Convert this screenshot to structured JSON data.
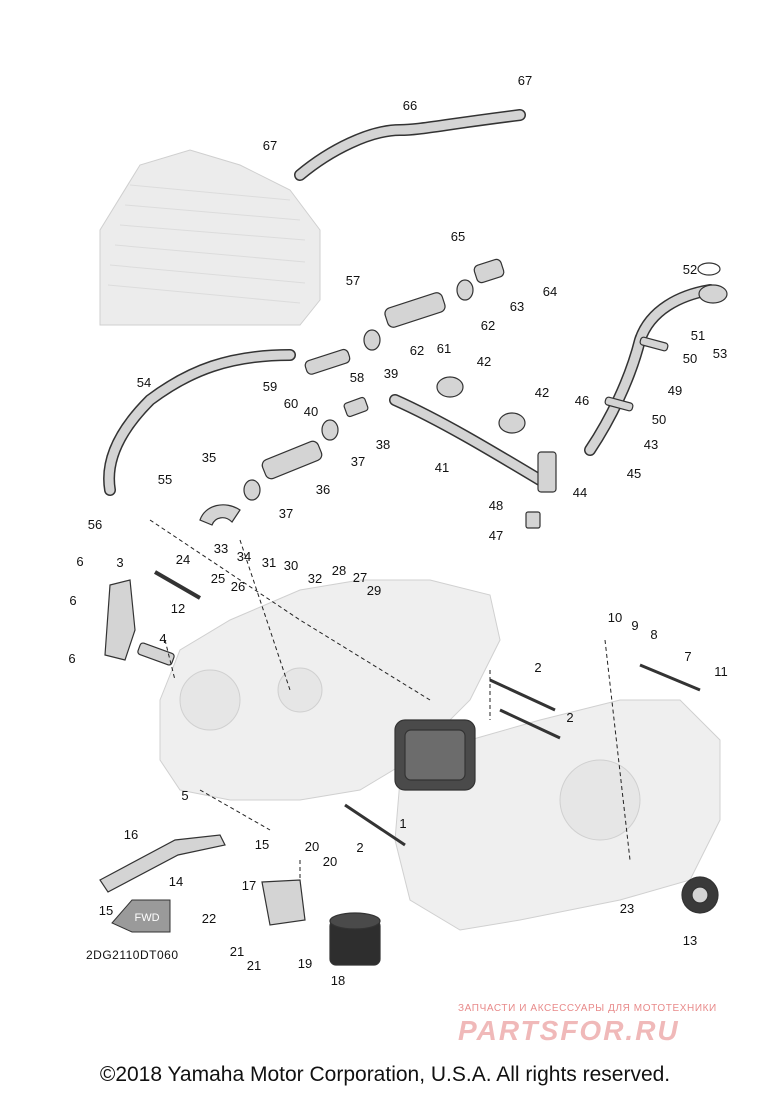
{
  "diagram": {
    "code": "2DG2110DT060",
    "fwd_label": "FWD",
    "labels": {
      "p1": "1",
      "p2a": "2",
      "p2b": "2",
      "p2c": "2",
      "p3": "3",
      "p4": "4",
      "p5": "5",
      "p6a": "6",
      "p6b": "6",
      "p6c": "6",
      "p7": "7",
      "p8": "8",
      "p9": "9",
      "p10": "10",
      "p11": "11",
      "p12": "12",
      "p13": "13",
      "p14": "14",
      "p15a": "15",
      "p15b": "15",
      "p16": "16",
      "p17": "17",
      "p18": "18",
      "p19": "19",
      "p20a": "20",
      "p20b": "20",
      "p21a": "21",
      "p21b": "21",
      "p22": "22",
      "p23": "23",
      "p24": "24",
      "p25": "25",
      "p26": "26",
      "p27": "27",
      "p28": "28",
      "p29": "29",
      "p30": "30",
      "p31": "31",
      "p32": "32",
      "p33": "33",
      "p34": "34",
      "p35": "35",
      "p36": "36",
      "p37a": "37",
      "p37b": "37",
      "p38": "38",
      "p39": "39",
      "p40": "40",
      "p41": "41",
      "p42a": "42",
      "p42b": "42",
      "p43": "43",
      "p44": "44",
      "p45": "45",
      "p46": "46",
      "p47": "47",
      "p48": "48",
      "p49": "49",
      "p50a": "50",
      "p50b": "50",
      "p51": "51",
      "p52": "52",
      "p53": "53",
      "p54": "54",
      "p55": "55",
      "p56": "56",
      "p57": "57",
      "p58": "58",
      "p59": "59",
      "p60": "60",
      "p61": "61",
      "p62a": "62",
      "p62b": "62",
      "p63": "63",
      "p64": "64",
      "p65": "65",
      "p66": "66",
      "p67a": "67",
      "p67b": "67"
    }
  },
  "watermark": {
    "top_text": "ЗАПЧАСТИ И АКСЕССУАРЫ ДЛЯ МОТОТЕХНИКИ",
    "main_text": "PARTSFOR.RU"
  },
  "footer": {
    "copyright": "©2018 Yamaha Motor Corporation, U.S.A. All rights reserved."
  }
}
